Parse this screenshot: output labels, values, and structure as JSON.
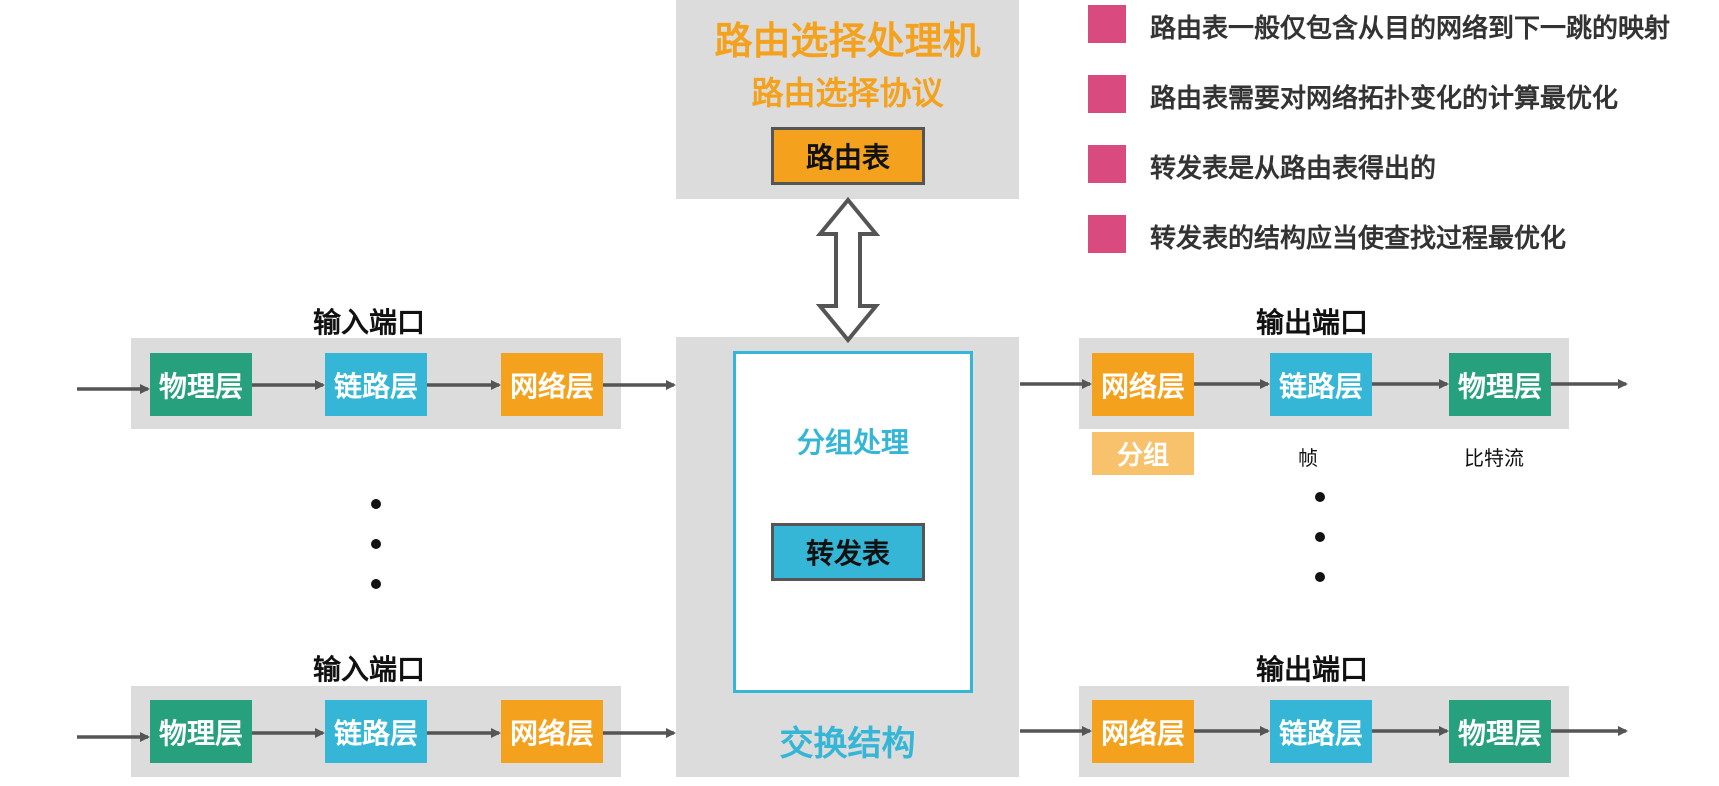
{
  "router_processor": {
    "title": "路由选择处理机",
    "protocol": "路由选择协议",
    "routing_table": "路由表"
  },
  "switch_fabric": {
    "packet_processing": "分组处理",
    "forwarding_table": "转发表",
    "title": "交换结构"
  },
  "notes": [
    "路由表一般仅包含从目的网络到下一跳的映射",
    "路由表需要对网络拓扑变化的计算最优化",
    "转发表是从路由表得出的",
    "转发表的结构应当使查找过程最优化"
  ],
  "input_ports": {
    "label": "输入端口",
    "layers": [
      "物理层",
      "链路层",
      "网络层"
    ]
  },
  "output_ports": {
    "label": "输出端口",
    "layers": [
      "网络层",
      "链路层",
      "物理层"
    ],
    "units": [
      "分组",
      "帧",
      "比特流"
    ]
  },
  "colors": {
    "physical": "#27a07d",
    "link": "#35b6d6",
    "network": "#f4a21d",
    "note_marker": "#d94a7e",
    "panel": "#dcdcdc"
  }
}
